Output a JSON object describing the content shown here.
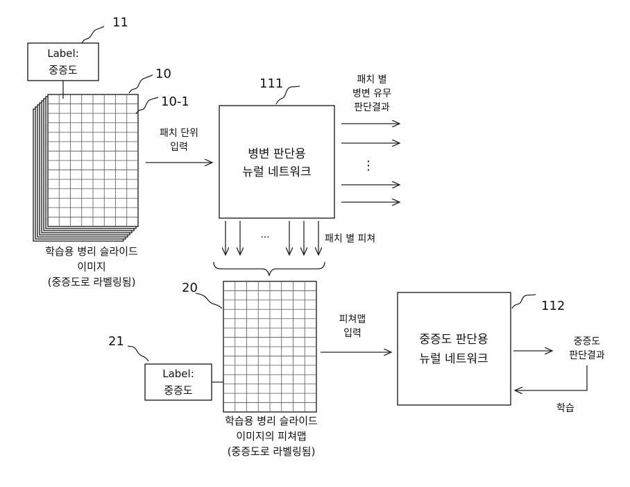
{
  "slide_stack": {
    "ref_stack": "10",
    "ref_slide": "10-1",
    "label_ref": "11",
    "label_line1": "Label:",
    "label_line2": "중증도",
    "caption": [
      "학습용 병리 슬라이드",
      "이미지",
      "(중증도로 라벨링됨)"
    ]
  },
  "patch_input": [
    "패치 단위",
    "입력"
  ],
  "network1": {
    "ref": "111",
    "line1": "병변 판단용",
    "line2": "뉴럴 네트워크",
    "output_caption": [
      "패치 별",
      "병변 유무",
      "판단결과"
    ],
    "ellipsis_vertical": "⋮",
    "feature_ellipsis": "···",
    "feature_label": "패치 별 피쳐"
  },
  "feature_map": {
    "ref": "20",
    "label_ref": "21",
    "label_line1": "Label:",
    "label_line2": "중증도",
    "caption": [
      "학습용 병리 슬라이드",
      "이미지의 피쳐맵",
      "(중증도로 라벨링됨)"
    ]
  },
  "feature_map_input": [
    "피쳐맵",
    "입력"
  ],
  "network2": {
    "ref": "112",
    "line1": "중증도 판단용",
    "line2": "뉴럴 네트워크",
    "output_caption": [
      "중증도",
      "판단결과"
    ],
    "learning_label": "학습"
  },
  "colors": {
    "stroke": "#222222",
    "grid": "#555555",
    "background": "#ffffff"
  }
}
